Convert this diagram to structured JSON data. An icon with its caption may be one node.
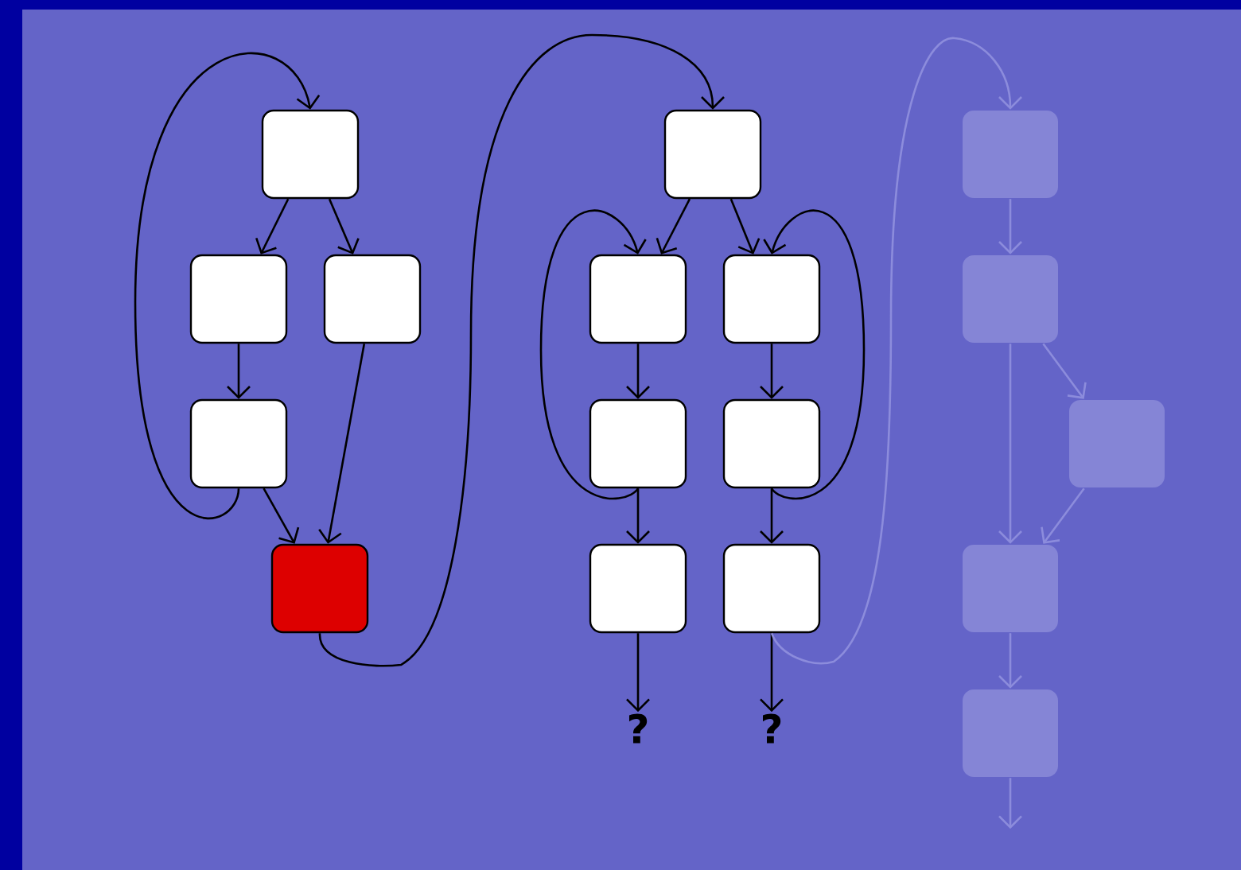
{
  "diagram": {
    "nodes": [
      {
        "text": [],
        "shape": "box"
      },
      {
        "text": [],
        "shape": "box"
      },
      {
        "text": [],
        "shape": "box"
      },
      {
        "text": [],
        "shape": "box"
      },
      {
        "text": [],
        "shape": "box"
      },
      {
        "text": [],
        "shape": "box"
      },
      {
        "text": [],
        "shape": "box"
      },
      {
        "text": [],
        "shape": "box"
      },
      {
        "text": [],
        "shape": "box"
      },
      {
        "text": [],
        "shape": "box"
      },
      {
        "text": [],
        "shape": "box"
      },
      {
        "text": [],
        "shape": "box"
      },
      {
        "text": [
          "?"
        ]
      },
      {
        "text": [
          "?"
        ]
      },
      {
        "text": [],
        "shape": "box"
      },
      {
        "text": [],
        "shape": "box"
      },
      {
        "text": [],
        "shape": "box"
      },
      {
        "text": [],
        "shape": "box"
      },
      {
        "text": [],
        "shape": "box"
      }
    ],
    "edges": [
      {
        "from": 0,
        "to": 1,
        "arrow": "to"
      },
      {
        "from": 0,
        "to": 2,
        "arrow": "to"
      },
      {
        "from": 1,
        "to": 3,
        "arrow": "to"
      },
      {
        "from": 3,
        "to": 4,
        "arrow": "to"
      },
      {
        "from": 2,
        "to": 4,
        "arrow": "to"
      },
      {
        "from": 3,
        "to": 0,
        "arrow": "to"
      },
      {
        "from": 4,
        "to": 5,
        "arrow": "to"
      },
      {
        "from": 5,
        "to": 6,
        "arrow": "to"
      },
      {
        "from": 5,
        "to": 7,
        "arrow": "to"
      },
      {
        "from": 6,
        "to": 8,
        "arrow": "to"
      },
      {
        "from": 7,
        "to": 9,
        "arrow": "to"
      },
      {
        "from": 8,
        "to": 10,
        "arrow": "to"
      },
      {
        "from": 9,
        "to": 11,
        "arrow": "to"
      },
      {
        "from": 8,
        "to": 6,
        "arrow": "to"
      },
      {
        "from": 9,
        "to": 7,
        "arrow": "to"
      },
      {
        "from": 10,
        "to": 12,
        "arrow": "to"
      },
      {
        "from": 11,
        "to": 13,
        "arrow": "to"
      },
      {
        "from": 11,
        "to": 14,
        "arrow": "to",
        "color": "#8c8cdc"
      },
      {
        "from": 14,
        "to": 15,
        "arrow": "to",
        "color": "#8c8cdc"
      },
      {
        "from": 15,
        "to": 16,
        "arrow": "to",
        "color": "#8c8cdc"
      },
      {
        "from": 15,
        "to": 17,
        "arrow": "to",
        "color": "#8c8cdc"
      },
      {
        "from": 16,
        "to": 17,
        "arrow": "to",
        "color": "#8c8cdc"
      },
      {
        "from": 17,
        "to": 18,
        "arrow": "to",
        "color": "#8c8cdc"
      },
      {
        "from": 18,
        "to": null,
        "arrow": "to",
        "color": "#8c8cdc"
      }
    ]
  }
}
